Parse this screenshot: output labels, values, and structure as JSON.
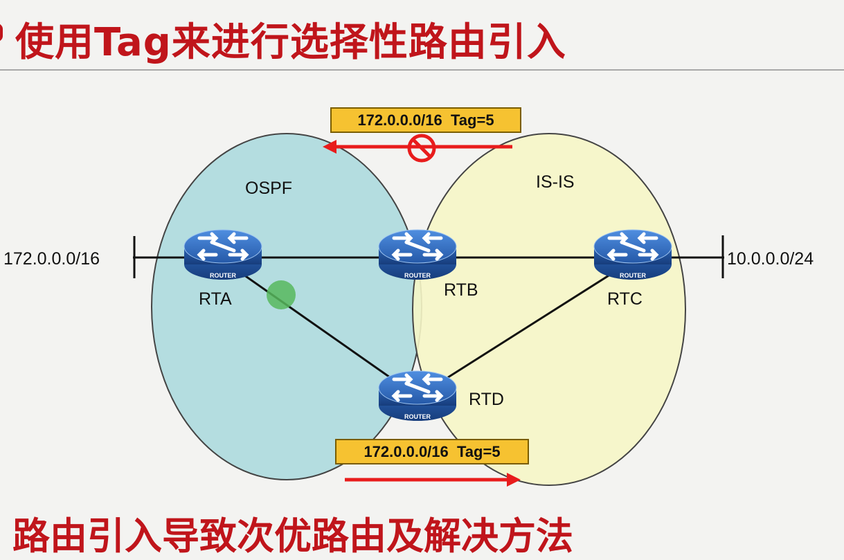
{
  "slide": {
    "title": "使用Tag来进行选择性路由引入",
    "caption": "路由引入导致次优路由及解决方法"
  },
  "areas": {
    "ospf": "OSPF",
    "isis": "IS-IS"
  },
  "routers": {
    "rta": "RTA",
    "rtb": "RTB",
    "rtc": "RTC",
    "rtd": "RTD",
    "icon_caption": "ROUTER"
  },
  "networks": {
    "left": "172.0.0.0/16",
    "right": "10.0.0.0/24"
  },
  "tags": {
    "top": "172.0.0.0/16  Tag=5",
    "bottom": "172.0.0.0/16  Tag=5"
  },
  "icons": {
    "router": "router-icon",
    "blocked": "prohibited-icon",
    "marker": "green-dot-icon"
  },
  "colors": {
    "title": "#c0151b",
    "ospf_fill": "#b4dde0",
    "isis_fill": "#f6f6c6",
    "tag_fill": "#f6c231",
    "arrow": "#e81c1c",
    "router_blue": "#2f6bbf",
    "marker_green": "#57b95d"
  }
}
